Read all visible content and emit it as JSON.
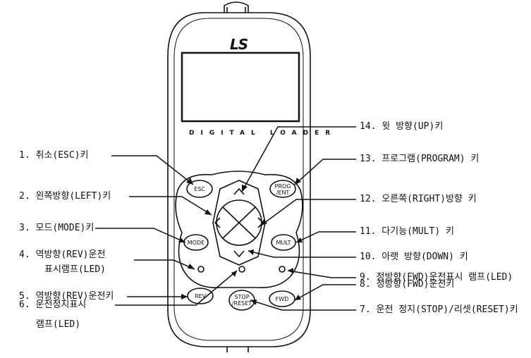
{
  "device": {
    "brand": "LS",
    "screen_caption": "DIGITAL LOADER"
  },
  "keys": {
    "esc": "ESC",
    "prog": "PROG",
    "ent": "/ENT",
    "mode": "MODE",
    "mult": "MULT",
    "rev": "REV",
    "stop": "STOP",
    "reset": "/RESET",
    "fwd": "FWD"
  },
  "labels": {
    "l1": "1. 취소(ESC)키",
    "l2": "2. 왼쪽방향(LEFT)키",
    "l3": "3. 모드(MODE)키",
    "l4a": "4. 역방향(REV)운전",
    "l4b": "표시램프(LED)",
    "l5": "5. 역방향(REV)운전키",
    "l6a": "6. 운전정지표시",
    "l6b": "램프(LED)",
    "l7": "7. 운전 정지(STOP)/리셋(RESET)키",
    "l8": "8. 정방향(FWD)운전키",
    "l9": "9. 정방향(FWD)운전표시 램프(LED)",
    "l10": "10. 아랫 방향(DOWN) 키",
    "l11": "11. 다기능(MULT) 키",
    "l12": "12. 오른쪽(RIGHT)방향 키",
    "l13": "13. 프로그램(PROGRAM) 키",
    "l14": "14. 윗 방향(UP)키"
  }
}
